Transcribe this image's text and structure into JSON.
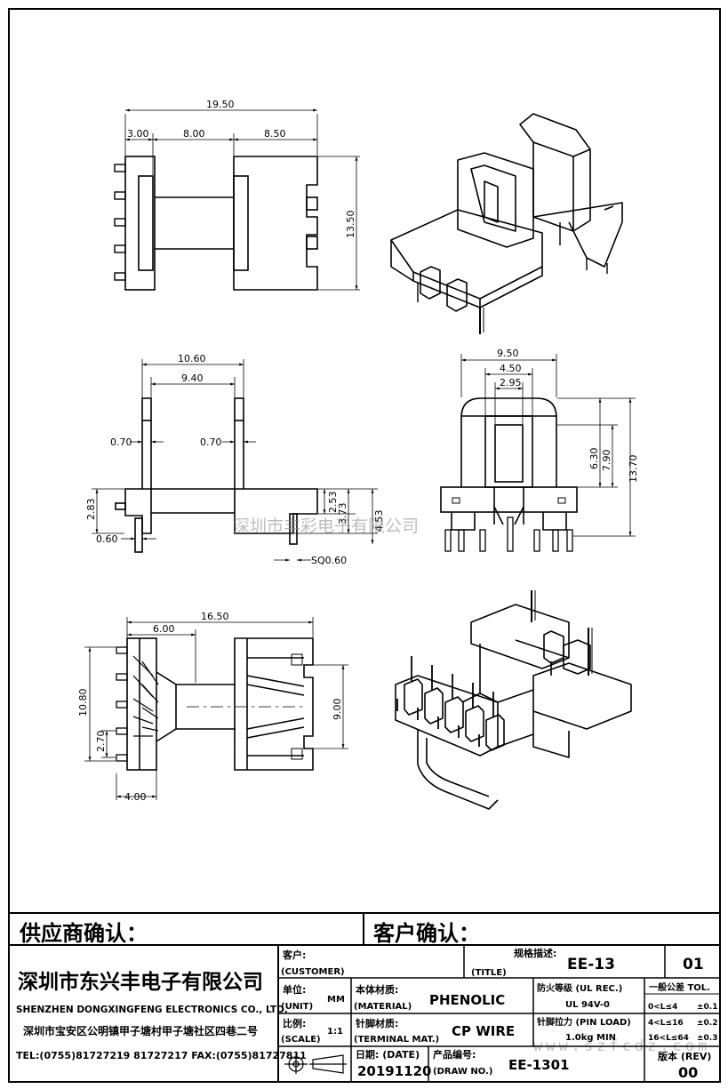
{
  "drawing": {
    "front_view": {
      "d_total_width": "19.50",
      "d_left": "3.00",
      "d_mid": "8.00",
      "d_right": "8.50",
      "d_height": "13.50"
    },
    "side_view": {
      "d_outer": "10.60",
      "d_inner": "9.40",
      "d_wall_left": "0.70",
      "d_wall_right": "0.70",
      "d_flange_h": "2.83",
      "d_pin_w": "0.60",
      "d_step1": "2.53",
      "d_step2": "3.73",
      "d_step3": "4.53",
      "d_pin_sq": "SQ0.60"
    },
    "end_view": {
      "d_width": "9.50",
      "d_window": "4.50",
      "d_core": "2.95",
      "d_h1": "6.30",
      "d_h2": "7.90",
      "d_h3": "13.70"
    },
    "bottom_view": {
      "d_length": "16.50",
      "d_offset": "6.00",
      "d_height": "10.80",
      "d_slot": "9.00",
      "d_pitch": "2.70",
      "d_pin_off": "4.00"
    },
    "watermark": "深圳市丰彩电子有限公司",
    "watermark_url": "www.szfcdz.com"
  },
  "title_block": {
    "supplier_confirm": "供应商确认：",
    "customer_confirm": "客户确认：",
    "company_cn": "深圳市东兴丰电子有限公司",
    "company_en": "SHENZHEN DONGXINGFENG ELECTRONICS CO., LTD.",
    "address": "深圳市宝安区公明镇甲子塘村甲子塘社区四巷二号",
    "contact": "TEL:(0755)81727219  81727217   FAX:(0755)81727811",
    "customer_label": "客户:",
    "customer_label_en": "(CUSTOMER)",
    "title_label": "规格描述:",
    "title_label_en": "(TITLE)",
    "title_value": "EE-13",
    "sheet_no": "01",
    "unit_label": "单位:",
    "unit_label_en": "(UNIT)",
    "unit_value": "MM",
    "material_label": "本体材质:",
    "material_label_en": "(MATERIAL)",
    "material_value": "PHENOLIC",
    "fire_label": "防火等级 (UL REC.)",
    "fire_value": "UL 94V-0",
    "tol_label": "一般公差 TOL.",
    "tol_rows": [
      {
        "range": "0<L≤4",
        "tol": "±0.1"
      },
      {
        "range": "4<L≤16",
        "tol": "±0.2"
      },
      {
        "range": "16<L≤64",
        "tol": "±0.3"
      }
    ],
    "scale_label": "比例:",
    "scale_label_en": "(SCALE)",
    "scale_value": "1:1",
    "terminal_label": "针脚材质:",
    "terminal_label_en": "(TERMINAL MAT.)",
    "terminal_value": "CP WIRE",
    "pinload_label": "针脚拉力 (PIN LOAD)",
    "pinload_value": "1.0kg MIN",
    "date_label": "日期: (DATE)",
    "date_value": "20191120",
    "drawno_label": "产品编号:",
    "drawno_label_en": "(DRAW NO.)",
    "drawno_value": "EE-1301",
    "rev_label": "版本 (REV)",
    "rev_value": "00"
  }
}
